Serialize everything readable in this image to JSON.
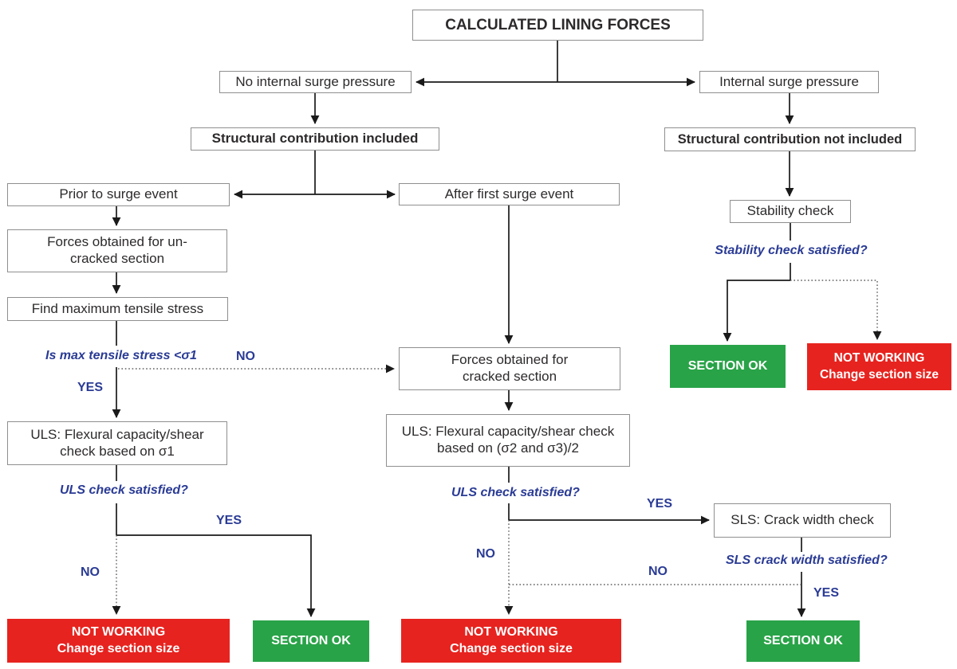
{
  "nodes": {
    "title": "CALCULATED LINING FORCES",
    "no_surge": "No internal surge pressure",
    "surge": "Internal surge pressure",
    "struct_included": "Structural contribution included",
    "struct_not_included": "Structural contribution not included",
    "prior": "Prior to surge event",
    "after": "After first surge event",
    "stability": "Stability check",
    "forces_uncracked": "Forces obtained for un-cracked section",
    "find_max": "Find maximum tensile stress",
    "uls_left": "ULS: Flexural capacity/shear check based on σ1",
    "forces_cracked": "Forces obtained for cracked section",
    "uls_mid": "ULS: Flexural capacity/shear check based on (σ2 and σ3)/2",
    "sls": "SLS: Crack width check"
  },
  "questions": {
    "stability": "Stability check satisfied?",
    "max_tensile": "Is max tensile stress <σ1",
    "uls_left": "ULS check satisfied?",
    "uls_mid": "ULS check satisfied?",
    "sls": "SLS crack width satisfied?"
  },
  "labels": {
    "yes": "YES",
    "no": "NO"
  },
  "outcomes": {
    "ok": "SECTION OK",
    "not_working_line1": "NOT WORKING",
    "not_working_line2": "Change section size"
  },
  "colors": {
    "green": "#29a348",
    "red": "#e7231f",
    "blue": "#2a3b95",
    "box_border": "#8f8f8f",
    "line": "#1a1a1a"
  }
}
